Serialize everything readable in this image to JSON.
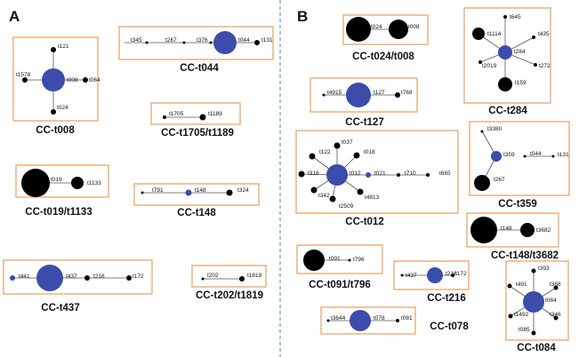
{
  "panels": [
    {
      "id": "A",
      "label": "A"
    },
    {
      "id": "B",
      "label": "B"
    }
  ],
  "colors": {
    "founder_node": "#3b4cab",
    "other_node": "#000000",
    "box_border": "#e8a66b",
    "divider": "#4a86c8"
  },
  "complexes": [
    {
      "id": "cc-t008",
      "caption": "CC-t008",
      "labels": {
        "t121": "t121",
        "t1578": "t1578",
        "t008": "t008",
        "t064": "t064",
        "t024": "t024"
      }
    },
    {
      "id": "cc-t044",
      "caption": "CC-t044",
      "labels": {
        "t345": "t345",
        "t267": "t267",
        "t376": "t376",
        "t044": "t044",
        "t131": "t131"
      }
    },
    {
      "id": "cc-t1705",
      "caption": "CC-t1705/t1189",
      "labels": {
        "t1705": "t1705",
        "t1189": "t1189"
      }
    },
    {
      "id": "cc-t019",
      "caption": "CC-t019/t1133",
      "labels": {
        "t019": "t019",
        "t1133": "t1133"
      }
    },
    {
      "id": "cc-t148",
      "caption": "CC-t148",
      "labels": {
        "t791": "t791",
        "t148": "t148",
        "t324": "t324"
      }
    },
    {
      "id": "cc-t437",
      "caption": "CC-t437",
      "labels": {
        "t441": "t441",
        "t437": "t437",
        "t216": "t216",
        "t172": "t172"
      }
    },
    {
      "id": "cc-t202",
      "caption": "CC-t202/t1819",
      "labels": {
        "t202": "t202",
        "t1819": "t1819"
      }
    },
    {
      "id": "cc-t024",
      "caption": "CC-t024/t008",
      "labels": {
        "t024": "t024",
        "t008": "t008"
      }
    },
    {
      "id": "cc-t284",
      "caption": "CC-t284",
      "labels": {
        "t645": "t645",
        "t1114": "t1114",
        "t435": "t435",
        "t284": "t284",
        "t2019": "t2019",
        "t272": "t272",
        "t159": "t159"
      }
    },
    {
      "id": "cc-t127",
      "caption": "CC-t127",
      "labels": {
        "t4915": "t4915",
        "t127": "t127",
        "t768": "t768"
      }
    },
    {
      "id": "cc-t012",
      "caption": "CC-t012",
      "labels": {
        "t037": "t037",
        "t122": "t122",
        "t018": "t018",
        "t318": "t318",
        "t012": "t012",
        "t021": "t021",
        "t710": "t710",
        "t665": "t665",
        "t342": "t342",
        "t2509": "t2509",
        "t4813": "t4813"
      }
    },
    {
      "id": "cc-t359",
      "caption": "CC-t359",
      "labels": {
        "t3380": "t3380",
        "t359": "t359",
        "t044": "t044",
        "t131": "t131",
        "t267": "t267"
      }
    },
    {
      "id": "cc-t148b",
      "caption": "CC-t148/t3682",
      "labels": {
        "t148": "t148",
        "t3682": "t3682"
      }
    },
    {
      "id": "cc-t091",
      "caption": "CC-t091/t796",
      "labels": {
        "t091": "t091",
        "t796": "t796"
      }
    },
    {
      "id": "cc-t216",
      "caption": "CC-t216",
      "labels": {
        "t437": "t437",
        "t216": "t216",
        "t172": "t172"
      }
    },
    {
      "id": "cc-t078",
      "caption": "CC-t078",
      "labels": {
        "t3644": "t3644",
        "t078": "t078",
        "t081": "t081"
      }
    },
    {
      "id": "cc-t084",
      "caption": "CC-t084",
      "labels": {
        "t393": "t393",
        "t491": "t491",
        "t368": "t368",
        "t084": "t084",
        "t1492": "t1492",
        "t346": "t346",
        "t085": "t085"
      }
    }
  ]
}
